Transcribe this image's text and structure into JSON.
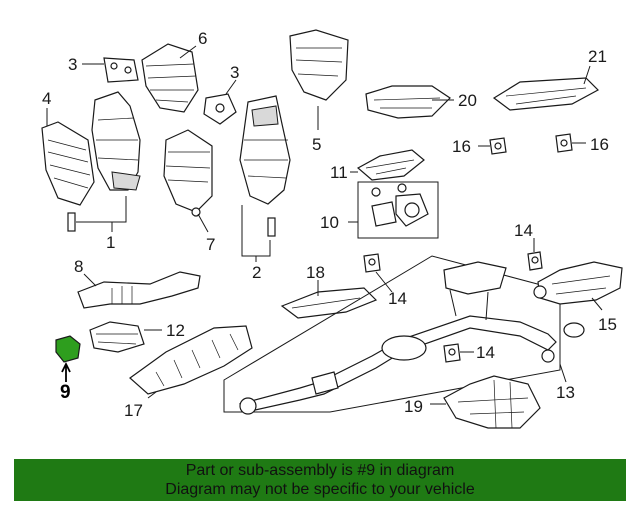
{
  "callouts": {
    "c1": "1",
    "c2": "2",
    "c3a": "3",
    "c3b": "3",
    "c4": "4",
    "c5": "5",
    "c6": "6",
    "c7": "7",
    "c8": "8",
    "c9": "9",
    "c10": "10",
    "c11": "11",
    "c12": "12",
    "c13": "13",
    "c14a": "14",
    "c14b": "14",
    "c14c": "14",
    "c15": "15",
    "c16a": "16",
    "c16b": "16",
    "c17": "17",
    "c18": "18",
    "c19": "19",
    "c20": "20",
    "c21": "21"
  },
  "banner": {
    "line1": "Part or sub-assembly is #9 in diagram",
    "line2": "Diagram may not be specific to your vehicle"
  },
  "colors": {
    "banner_bg": "#1f7a14",
    "highlight_part": "#2e9e1e"
  }
}
